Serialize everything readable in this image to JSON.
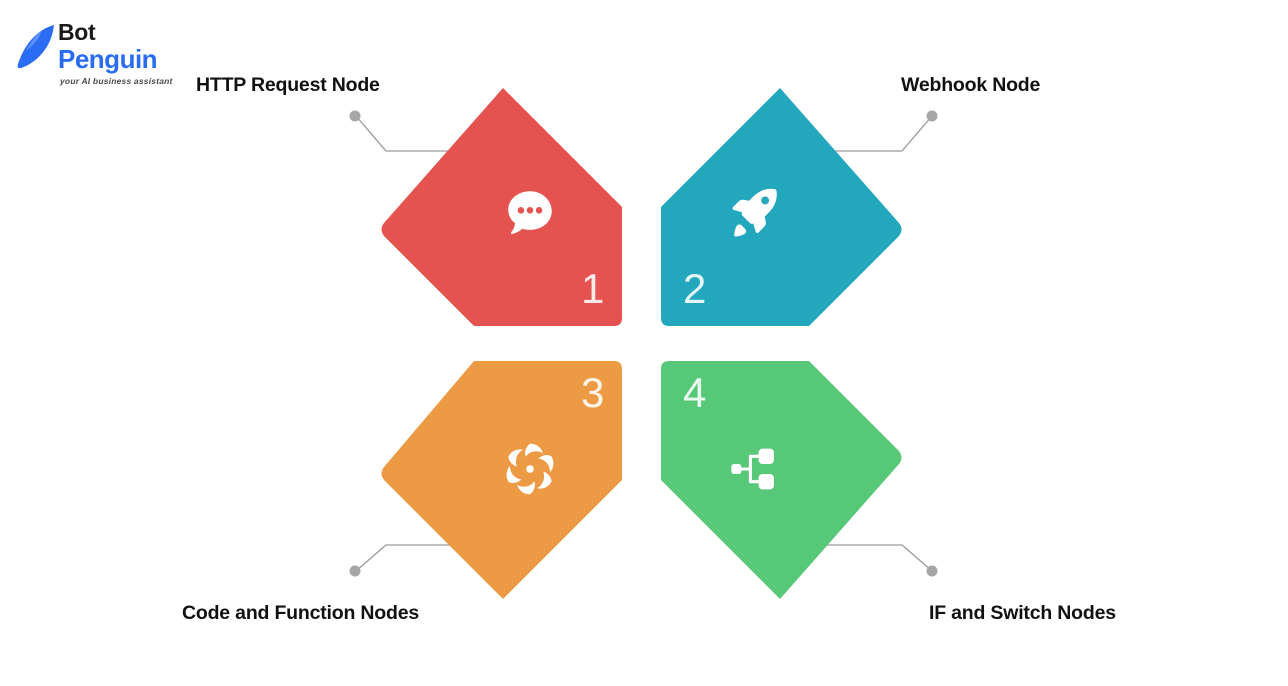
{
  "brand": {
    "name_part1": "Bot",
    "name_part2": "Penguin",
    "tagline": "your AI business assistant",
    "mark_color": "#2a6df4",
    "text_color": "#1a1a1a"
  },
  "diagram": {
    "type": "pinwheel-pentagon-infographic",
    "connector_color": "#9a9a9a",
    "dot_color": "#a6a6a6",
    "nodes": [
      {
        "number": "1",
        "label": "HTTP Request Node",
        "color": "#e4534f",
        "icon": "chat-bubble-dots-icon",
        "position": "top-left",
        "label_position": "top-left"
      },
      {
        "number": "2",
        "label": "Webhook Node",
        "color": "#23a7bd",
        "icon": "rocket-icon",
        "position": "top-right",
        "label_position": "top-right"
      },
      {
        "number": "3",
        "label": "Code and Function Nodes",
        "color": "#ed9a45",
        "icon": "swirl-rosette-icon",
        "position": "bottom-left",
        "label_position": "bottom-left"
      },
      {
        "number": "4",
        "label": "IF and Switch Nodes",
        "color": "#56c878",
        "icon": "sitemap-icon",
        "position": "bottom-right",
        "label_position": "bottom-right"
      }
    ]
  }
}
